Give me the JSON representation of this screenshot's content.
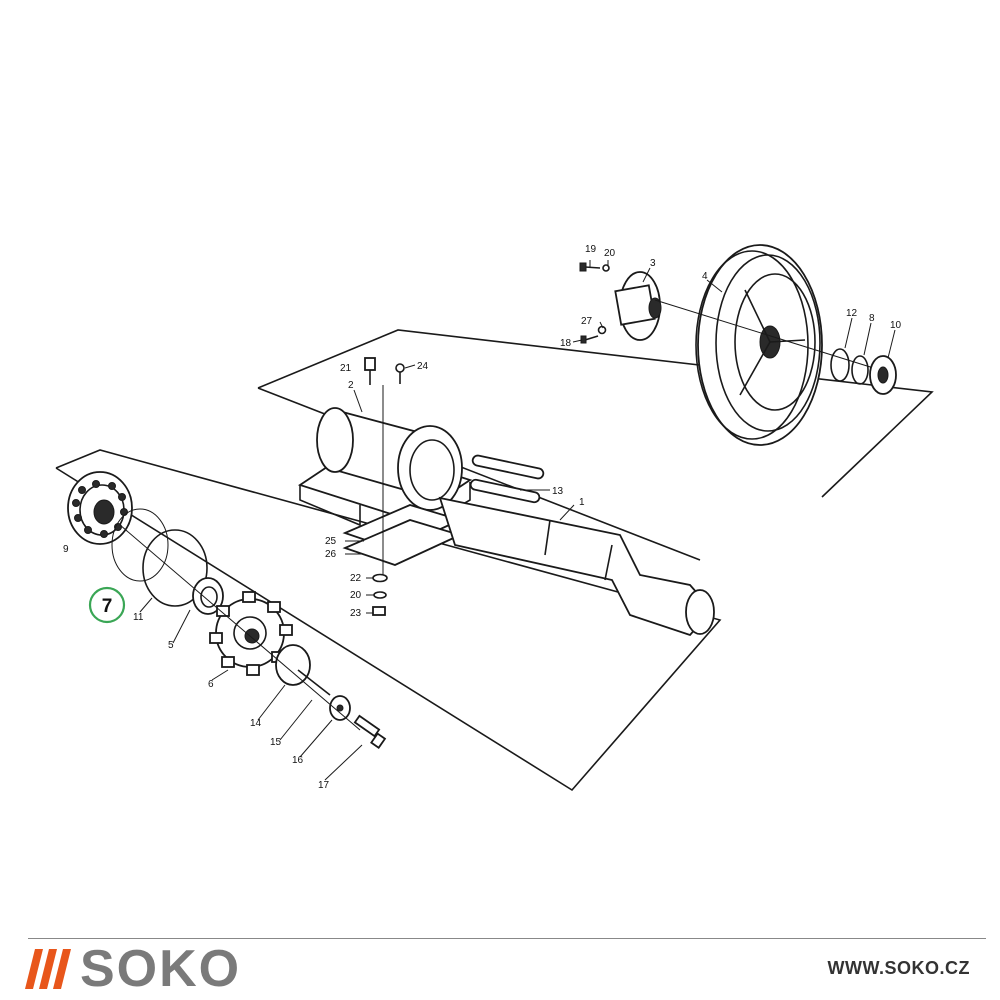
{
  "diagram": {
    "highlighted_part": "7",
    "part_labels": {
      "p1": "1",
      "p2": "2",
      "p3": "3",
      "p4": "4",
      "p5": "5",
      "p6": "6",
      "p8": "8",
      "p9": "9",
      "p10": "10",
      "p11": "11",
      "p12": "12",
      "p13": "13",
      "p14": "14",
      "p15": "15",
      "p16": "16",
      "p17": "17",
      "p18": "18",
      "p19": "19",
      "p20a": "20",
      "p20b": "20",
      "p21": "21",
      "p22": "22",
      "p23": "23",
      "p24": "24",
      "p25": "25",
      "p26": "26",
      "p27": "27"
    },
    "highlight_color": "#3aa655"
  },
  "footer": {
    "brand": "SOKO",
    "brand_accent": "#e8561b",
    "website": "WWW.SOKO.CZ"
  }
}
